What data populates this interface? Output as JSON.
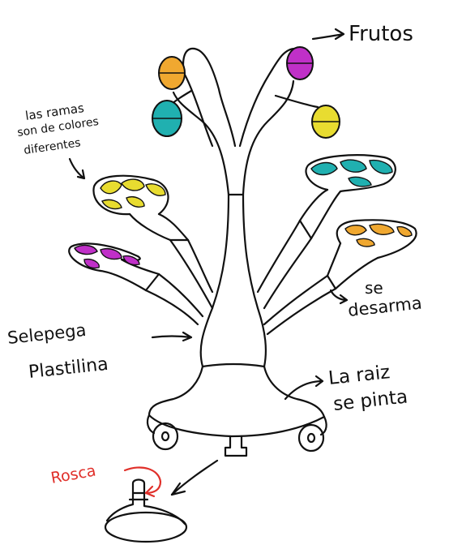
{
  "labels": {
    "frutos": "Frutos",
    "ramas_line1": "las ramas",
    "ramas_line2": "son de colores",
    "ramas_line3": "diferentes",
    "desarma_line1": "se",
    "desarma_line2": "desarma",
    "plastilina_line1": "Selepega",
    "plastilina_line2": "Plastilina",
    "raiz_line1": "La raiz",
    "raiz_line2": "se pinta",
    "rosca": "Rosca"
  },
  "colors": {
    "ink": "#111111",
    "orange": "#f0a830",
    "magenta": "#c030c8",
    "teal": "#20b0b0",
    "yellow": "#e8dc30",
    "red": "#e0302a"
  }
}
